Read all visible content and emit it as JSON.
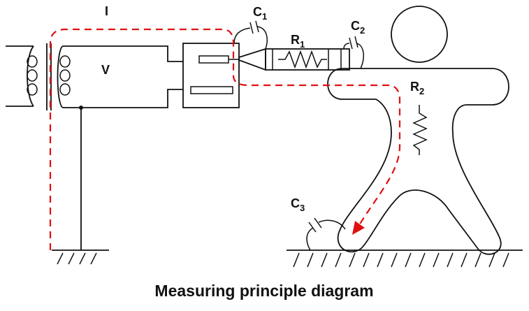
{
  "diagram": {
    "caption": "Measuring principle diagram",
    "labels": {
      "current": "I",
      "voltage": "V",
      "c1": "C",
      "c1_sub": "1",
      "c2": "C",
      "c2_sub": "2",
      "c3": "C",
      "c3_sub": "3",
      "r1": "R",
      "r1_sub": "1",
      "r2": "R",
      "r2_sub": "2"
    },
    "colors": {
      "line": "#111111",
      "current_path": "#e01010"
    }
  }
}
